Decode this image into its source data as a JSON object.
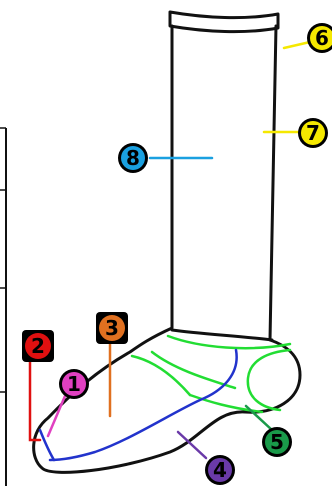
{
  "colors": {
    "outline": "#111111",
    "green": "#22dd33",
    "blue": "#2233cc",
    "edge_line": "#111111"
  },
  "labels": [
    {
      "id": "1",
      "text": "1",
      "color": "#e040c0",
      "shape": "circle",
      "text_color": "#000000"
    },
    {
      "id": "2",
      "text": "2",
      "color": "#e01010",
      "shape": "square",
      "text_color": "#000000"
    },
    {
      "id": "3",
      "text": "3",
      "color": "#e07020",
      "shape": "square",
      "text_color": "#000000"
    },
    {
      "id": "4",
      "text": "4",
      "color": "#6a3aa8",
      "shape": "circle",
      "text_color": "#000000"
    },
    {
      "id": "5",
      "text": "5",
      "color": "#1a9a4a",
      "shape": "circle",
      "text_color": "#000000"
    },
    {
      "id": "6",
      "text": "6",
      "color": "#f5e800",
      "shape": "circle",
      "text_color": "#000000"
    },
    {
      "id": "7",
      "text": "7",
      "color": "#f5e800",
      "shape": "circle",
      "text_color": "#000000"
    },
    {
      "id": "8",
      "text": "8",
      "color": "#1aa0e0",
      "shape": "circle",
      "text_color": "#000000"
    }
  ]
}
